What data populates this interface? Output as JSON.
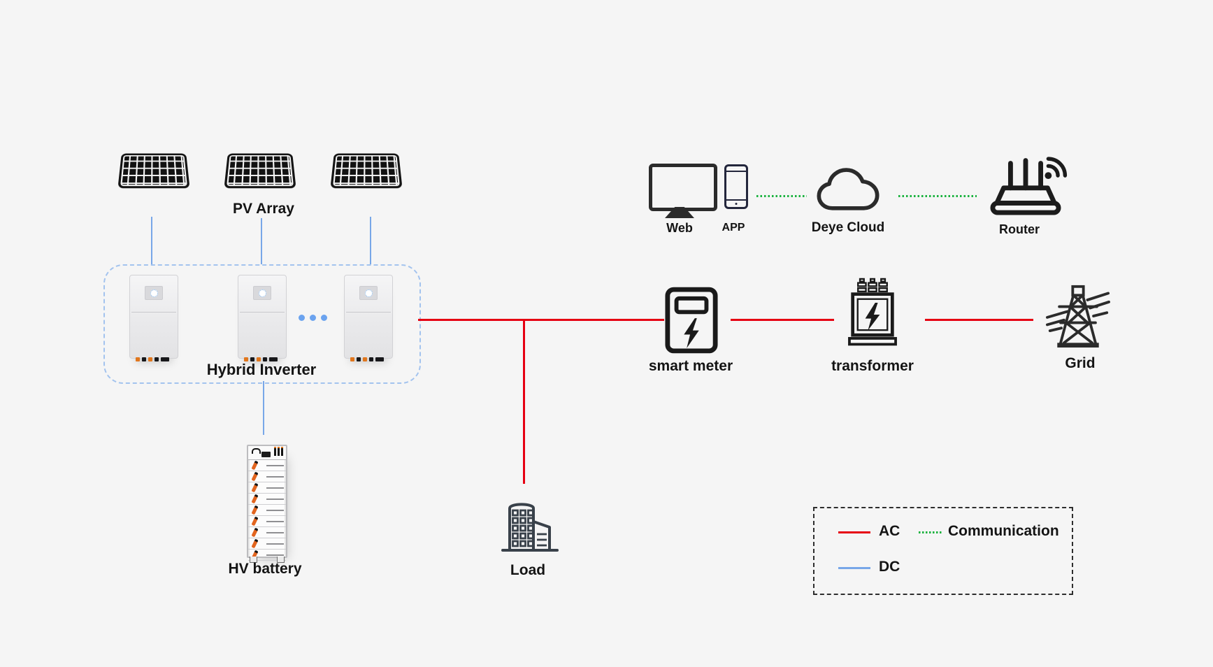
{
  "diagram": {
    "nodes": {
      "pv_array": {
        "label": "PV Array",
        "icon": "solar-panel-icon",
        "count": 3
      },
      "hybrid_inverter": {
        "label": "Hybrid Inverter",
        "icon": "inverter-icon",
        "count": 3
      },
      "hv_battery": {
        "label": "HV battery",
        "icon": "battery-rack-icon"
      },
      "load": {
        "label": "Load",
        "icon": "building-icon"
      },
      "smart_meter": {
        "label": "smart meter",
        "icon": "meter-icon"
      },
      "transformer": {
        "label": "transformer",
        "icon": "transformer-icon"
      },
      "grid": {
        "label": "Grid",
        "icon": "transmission-tower-icon"
      },
      "web": {
        "label": "Web",
        "icon": "monitor-icon"
      },
      "app": {
        "label": "APP",
        "icon": "smartphone-icon"
      },
      "deye_cloud": {
        "label": "Deye Cloud",
        "icon": "cloud-icon"
      },
      "router": {
        "label": "Router",
        "icon": "wifi-router-icon"
      }
    },
    "legend": {
      "ac_label": "AC",
      "dc_label": "DC",
      "communication_label": "Communication"
    },
    "colors": {
      "ac_line": "#e60012",
      "dc_line": "#78a7e8",
      "communication_line": "#1ab23e",
      "icon_ink": "#1f1f1f",
      "background": "#f5f5f5"
    }
  }
}
